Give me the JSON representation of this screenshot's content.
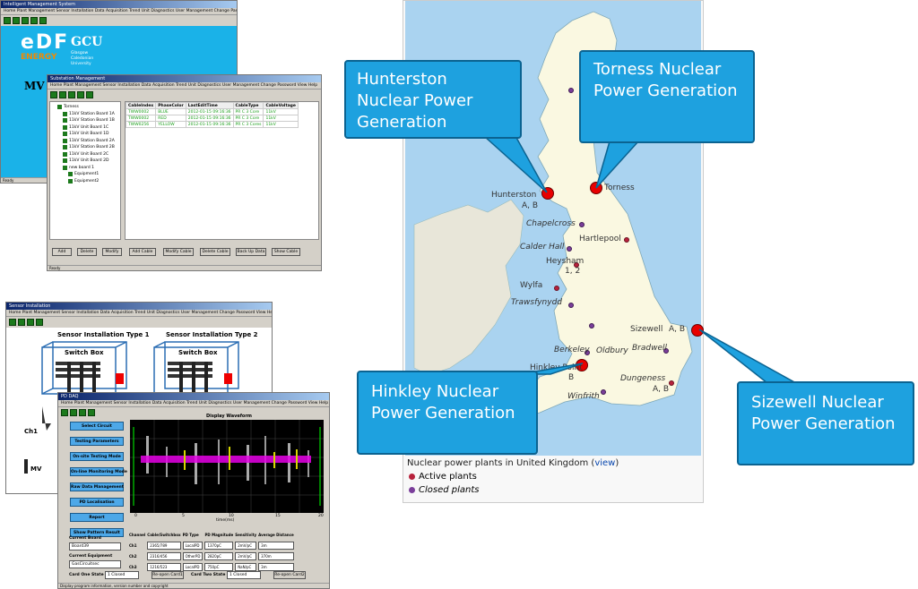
{
  "software": {
    "main_window": {
      "title": "Intelligent Management System",
      "menu": "Home Plant Management Sensor Installation Data Acquisition Trend Unit Diagnostics User Management Change Password View Help",
      "logo_edf": "eDF",
      "logo_energy": "ENERGY",
      "logo_gcu": "GCU",
      "logo_gcu_name": "Glasgow Caledonian University",
      "mv_text": "MV",
      "status": "Ready"
    },
    "substation": {
      "title": "Substation Management",
      "menu": "Home Plant Management Sensor Installation Data Acquisition Trend Unit Diagnostics User Management Change Password View Help",
      "tree": [
        "Torness",
        "11kV Station Board 1A",
        "11kV Station Board 1B",
        "11kV Unit Board 1C",
        "11kV Unit Board 1D",
        "11kV Station Board 2A",
        "11kV Station Board 2B",
        "11kV Unit Board 2C",
        "11kV Unit Board 2D",
        "new board 1",
        "Equipment1",
        "Equipment2"
      ],
      "table_headers": [
        "CableIndex",
        "PhaseColor",
        "LastEditTime",
        "CableType",
        "CableVoltage"
      ],
      "table_rows": [
        [
          "TWW0002",
          "BLUE",
          "2012-01-15 09:16:36",
          "PR C 3 Core",
          "11kV"
        ],
        [
          "TWW0002",
          "RED",
          "2012-01-15 09:16:36",
          "PR C 3 Core",
          "11kV"
        ],
        [
          "TWW0256",
          "YELLOW",
          "2012-01-15 09:16:36",
          "PR C 3 Cores",
          "11kV"
        ]
      ],
      "buttons": [
        "Add",
        "Delete",
        "Modify",
        "Add Cable",
        "Modify Cable",
        "Delete Cable",
        "Back Up Data",
        "Show Cable"
      ],
      "status": "Ready"
    },
    "sensor": {
      "title": "Sensor Installation",
      "menu": "Home Plant Management Sensor Installation Data Acquisition Trend Unit Diagnostics User Management Change Password View Help",
      "type1": "Sensor Installation Type 1",
      "type2": "Sensor Installation Type 2",
      "switch_box": "Switch Box",
      "ch1": "Ch1",
      "mv": "MV"
    },
    "pd": {
      "title": "PD DAQ",
      "menu": "Home Plant Management Sensor Installation Data Acquisition Trend Unit Diagnostics User Management Change Password View Help",
      "nav_buttons": [
        "Select Circuit",
        "Testing Parameters",
        "On-site Testing Mode",
        "On-line Monitoring Mode",
        "Raw Data Management",
        "PD Localisation",
        "Report",
        "Show Pattern Result"
      ],
      "waveform_title": "Display Waveform",
      "x_axis": "time(ms)",
      "x_ticks": [
        "0",
        "5",
        "10",
        "15",
        "20"
      ],
      "current_board_label": "Current Board",
      "current_board": "Board39",
      "current_equipment_label": "Current Equipment",
      "current_equipment": "GasCircuitsec",
      "card_one_label": "Card One State",
      "card_one_state": "1 Closed",
      "reopen1": "Re-open Card1",
      "card_two_label": "Card Two State",
      "card_two_state": "1 Closed",
      "reopen2": "Re-open Card2",
      "value_headers": [
        "Channel",
        "Cable/Switchbox",
        "PD Type",
        "PD Magnitude",
        "Sensitivity",
        "Average Distance"
      ],
      "value_rows": [
        [
          "Ch1",
          "2365/789",
          "LocalPD",
          "1370pC",
          "2mV/pC",
          "3m"
        ],
        [
          "Ch2",
          "2316/456",
          "OtherPD",
          "2820pC",
          "2mV/pC",
          "370m"
        ],
        [
          "Ch3",
          "1216/523",
          "LocalPD",
          "750pC",
          "NaN/pC",
          "3m"
        ]
      ],
      "status": "Display program information, version number and copyright"
    }
  },
  "map": {
    "caption": "Nuclear power plants in United Kingdom",
    "caption_link": "view",
    "legend_active": "Active plants",
    "legend_closed": "Closed plants",
    "colors": {
      "active": "#b7223c",
      "closed": "#7a3e9a",
      "highlight": "#e80000",
      "sea": "#aad3f0",
      "land": "#faf8e1"
    },
    "labels": {
      "torness": "Torness",
      "hunterston": "Hunterston",
      "hunterston_ab": "A, B",
      "chapelcross": "Chapelcross",
      "hartlepool": "Hartlepool",
      "calder_hall": "Calder Hall",
      "heysham": "Heysham",
      "heysham_12": "1, 2",
      "wylfa": "Wylfa",
      "trawsfynydd": "Trawsfynydd",
      "sizewell": "Sizewell",
      "sizewell_ab": "A, B",
      "bradwell": "Bradwell",
      "berkeley": "Berkeley",
      "oldbury": "Oldbury",
      "hinkley": "Hinkley Point",
      "hinkley_b": "B",
      "dungeness": "Dungeness",
      "dungeness_ab": "A, B",
      "winfrith": "Winfrith"
    }
  },
  "callouts": {
    "hunterston": "Hunterston Nuclear Power Generation",
    "torness": "Torness Nuclear Power Generation",
    "hinkley": "Hinkley Nuclear Power Generation",
    "sizewell": "Sizewell Nuclear Power Generation"
  }
}
